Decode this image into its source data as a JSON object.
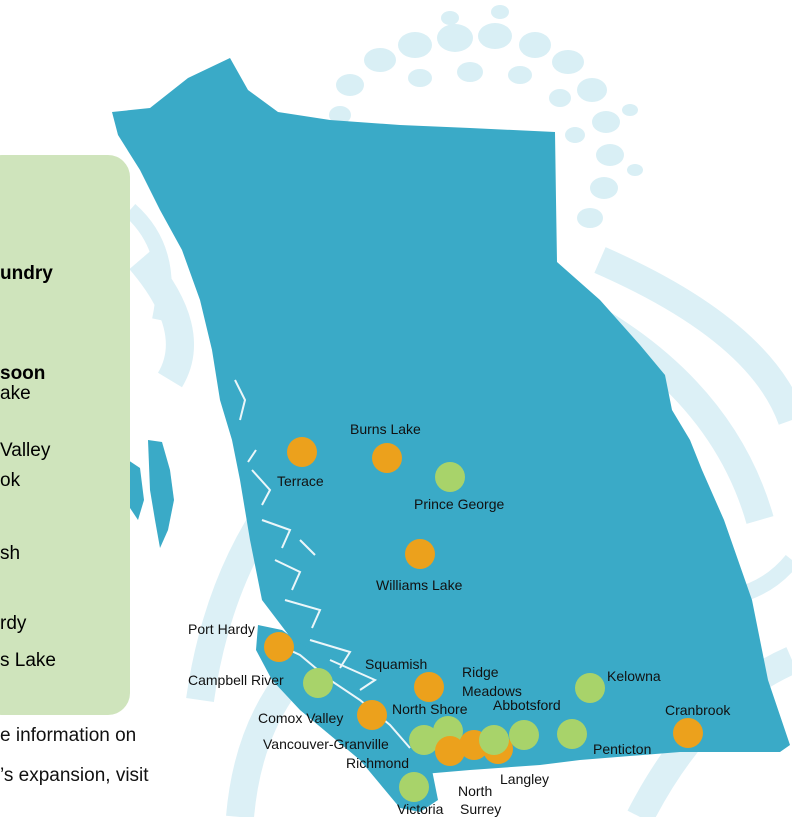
{
  "colors": {
    "land": "#3aaac7",
    "dot_open": "#a8d36a",
    "dot_soon": "#eca11c",
    "legend_bg": "#cfe4bc",
    "pattern": "#d7eef4"
  },
  "legend": {
    "line1": "undry",
    "line2": "soon",
    "items": [
      "ake",
      "Valley",
      "ok",
      "sh",
      "rdy",
      "s Lake"
    ]
  },
  "info": {
    "line1": "e information on",
    "line2": "’s expansion, visit"
  },
  "cities": [
    {
      "name": "Burns Lake",
      "status": "soon"
    },
    {
      "name": "Terrace",
      "status": "soon"
    },
    {
      "name": "Prince George",
      "status": "open"
    },
    {
      "name": "Williams Lake",
      "status": "soon"
    },
    {
      "name": "Port Hardy",
      "status": "soon"
    },
    {
      "name": "Campbell River",
      "status": "open"
    },
    {
      "name": "Squamish",
      "status": "soon"
    },
    {
      "name": "Ridge",
      "status": "soon"
    },
    {
      "name": "Meadows",
      "status": "soon"
    },
    {
      "name": "Kelowna",
      "status": "open"
    },
    {
      "name": "Comox Valley",
      "status": "soon"
    },
    {
      "name": "North Shore",
      "status": "open"
    },
    {
      "name": "Abbotsford",
      "status": "open"
    },
    {
      "name": "Cranbrook",
      "status": "soon"
    },
    {
      "name": "Vancouver-Granville",
      "status": "open"
    },
    {
      "name": "Penticton",
      "status": "open"
    },
    {
      "name": "Richmond",
      "status": "soon"
    },
    {
      "name": "Langley",
      "status": "open"
    },
    {
      "name": "North",
      "status": "soon"
    },
    {
      "name": "Surrey",
      "status": "soon"
    },
    {
      "name": "Victoria",
      "status": "open"
    }
  ]
}
